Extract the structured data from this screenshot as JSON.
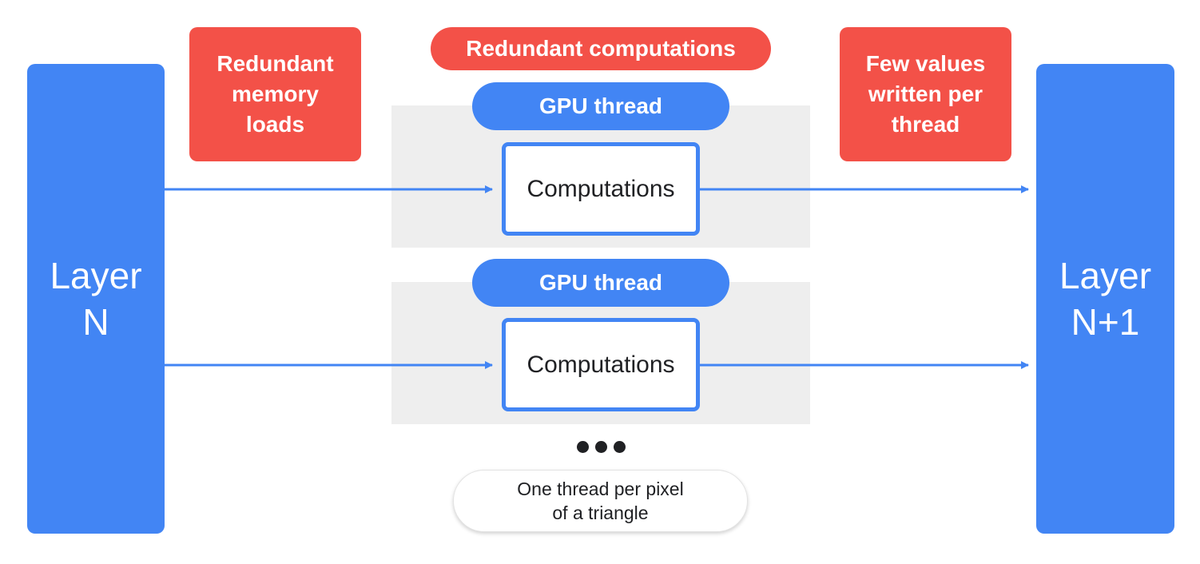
{
  "left_layer": {
    "label": "Layer\nN"
  },
  "right_layer": {
    "label": "Layer\nN+1"
  },
  "notes": {
    "memory_loads": "Redundant\nmemory\nloads",
    "computations": "Redundant computations",
    "values_written": "Few values\nwritten per\nthread"
  },
  "threads": [
    {
      "label": "GPU thread",
      "box": "Computations"
    },
    {
      "label": "GPU thread",
      "box": "Computations"
    }
  ],
  "caption": "One thread per pixel\nof a triangle",
  "colors": {
    "blue": "#4285f4",
    "red": "#f35148",
    "gray": "#eeeeee",
    "text": "#202124"
  }
}
